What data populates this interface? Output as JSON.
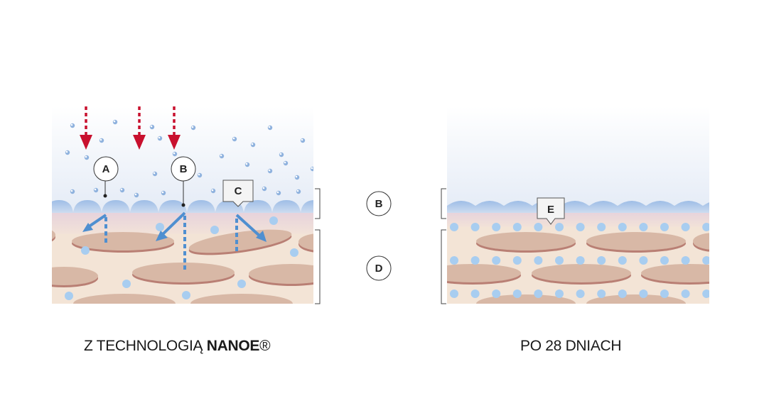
{
  "captions": {
    "left_prefix": "Z TECHNOLOGIĄ ",
    "left_brand": "NANOE",
    "left_suffix": "®",
    "right": "PO 28 DNIACH"
  },
  "labels": {
    "a": "A",
    "b": "B",
    "c": "C",
    "d": "D",
    "e": "E"
  },
  "colors": {
    "sky": "#e8eef8",
    "water_dot": "#a8cdf0",
    "stratum": "#a7c1e6",
    "pink_band": "#ecd8dd",
    "tissue": "#f3e4d6",
    "cell": "#d8b8a6",
    "cell_edge": "#b97f74",
    "arrow_red": "#c8102e",
    "arrow_blue": "#4f8fd0"
  }
}
